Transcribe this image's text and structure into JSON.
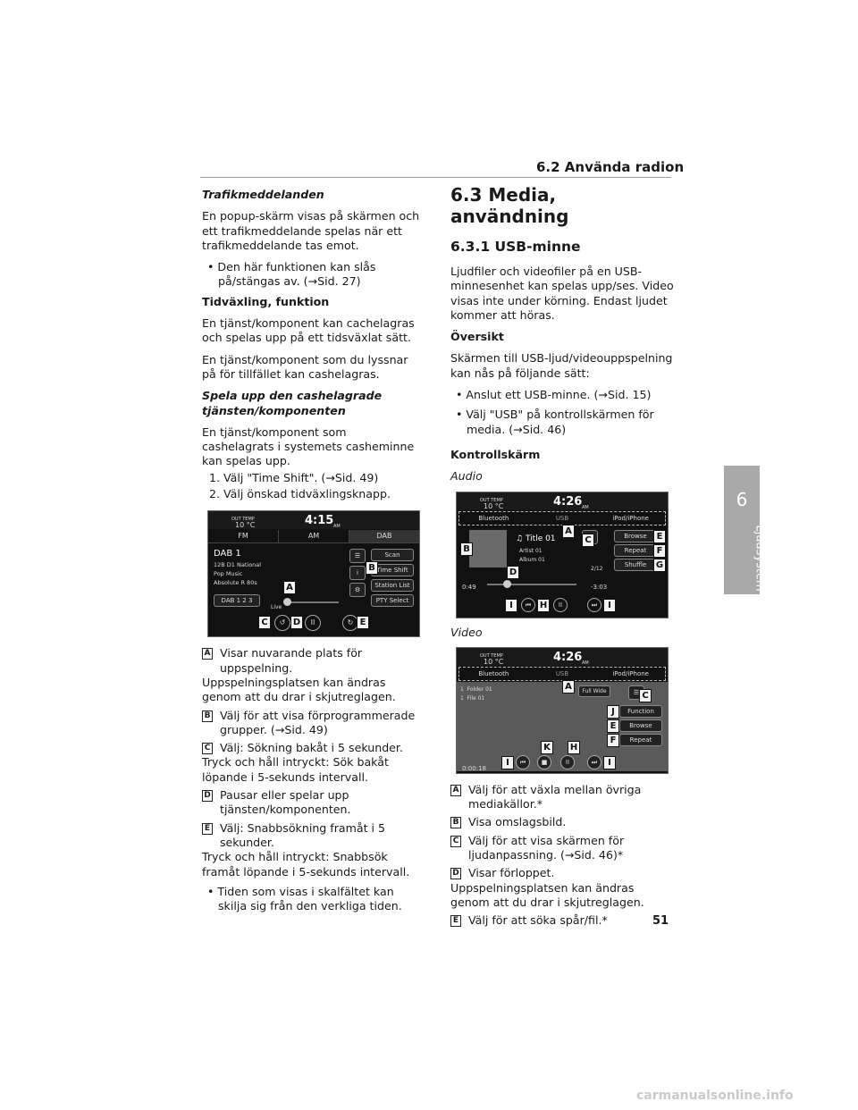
{
  "header": {
    "section": "6.2 Använda radion"
  },
  "left": {
    "traffic_heading": "Trafikmeddelanden",
    "traffic_text": "En popup-skärm visas på skärmen och ett trafikmeddelande spelas när ett trafikmeddelande tas emot.",
    "traffic_bullet": "• Den här funktionen kan slås på/stängas av. (→Sid. 27)",
    "timeshift_heading": "Tidväxling, funktion",
    "timeshift_p1": "En tjänst/komponent kan cachelagras och spelas upp på ett tidsväxlat sätt.",
    "timeshift_p2": "En tjänst/komponent som du lyssnar på för tillfället kan cashelagras.",
    "play_heading": "Spela upp den cashelagrade tjänsten/komponenten",
    "play_text": "En tjänst/komponent som cashelagrats i systemets casheminne kan spelas upp.",
    "step1": "1. Välj \"Time Shift\". (→Sid. 49)",
    "step2": "2. Välj önskad tidväxlingsknapp.",
    "radio_screen": {
      "band_fm": "FM",
      "band_am": "AM",
      "band_dab": "DAB",
      "time": "4:15",
      "ampm": "AM",
      "out_temp": "OUT TEMP",
      "temp": "10 °C",
      "station": "DAB 1",
      "line1": "12B  D1 National",
      "line2": "Pop Music",
      "line3": "Absolute R 80s",
      "scan": "Scan",
      "time_shift": "Time Shift",
      "station_list": "Station List",
      "pty_select": "PTY Select",
      "dab_preset": "DAB  1  2  3",
      "live": "Live"
    },
    "items": [
      {
        "label": "A",
        "first": "Visar nuvarande plats för uppspelning.",
        "rest": "Uppspelningsplatsen kan ändras genom att du drar i skjutreglagen."
      },
      {
        "label": "B",
        "first": "Välj för att visa förprogrammerade grupper. (→Sid. 49)",
        "rest": ""
      },
      {
        "label": "C",
        "first": "Välj: Sökning bakåt i 5 sekunder.",
        "rest": "Tryck och håll intryckt: Sök bakåt löpande i 5-sekunds intervall."
      },
      {
        "label": "D",
        "first": "Pausar eller spelar upp tjänsten/komponenten.",
        "rest": ""
      },
      {
        "label": "E",
        "first": "Välj: Snabbsökning framåt i 5 sekunder.",
        "rest": "Tryck och håll intryckt: Snabbsök framåt löpande i 5-sekunds intervall."
      }
    ],
    "final_bullet": "• Tiden som visas i skalfältet kan skilja sig från den verkliga tiden."
  },
  "right": {
    "h1": "6.3 Media, användning",
    "h2": "6.3.1 USB-minne",
    "intro": "Ljudfiler och videofiler på en USB-minnesenhet kan spelas upp/ses. Video visas inte under körning. Endast ljudet kommer att höras.",
    "overview_heading": "Översikt",
    "overview_text": "Skärmen till USB-ljud/videouppspelning kan nås på följande sätt:",
    "bullet1": "• Anslut ett USB-minne. (→Sid. 15)",
    "bullet2": "• Välj \"USB\" på kontrollskärmen för media. (→Sid. 46)",
    "control_heading": "Kontrollskärm",
    "audio_label": "Audio",
    "video_label": "Video",
    "audio_screen": {
      "time": "4:26",
      "ampm": "AM",
      "out_temp": "OUT TEMP",
      "temp": "10 °C",
      "src_bt": "Bluetooth",
      "src_usb": "USB",
      "src_ipod": "iPod/iPhone",
      "title": "Title 01",
      "artist": "Artist 01",
      "album": "Album 01",
      "track": "2/12",
      "elapsed": "0:49",
      "remain": "-3:03",
      "browse": "Browse",
      "repeat": "Repeat",
      "shuffle": "Shuffle"
    },
    "video_screen": {
      "time": "4:26",
      "ampm": "AM",
      "out_temp": "OUT TEMP",
      "temp": "10 °C",
      "src_bt": "Bluetooth",
      "src_usb": "USB",
      "src_ipod": "iPod/iPhone",
      "folder_no": "1",
      "folder": "Folder 01",
      "file_no": "1",
      "file": "File 01",
      "full_wide": "Full Wide",
      "function": "Function",
      "browse": "Browse",
      "repeat": "Repeat",
      "elapsed": "0:00:18"
    },
    "items": [
      {
        "label": "A",
        "first": "Välj för att växla mellan övriga mediakällor.*",
        "rest": ""
      },
      {
        "label": "B",
        "first": "Visa omslagsbild.",
        "rest": ""
      },
      {
        "label": "C",
        "first": "Välj för att visa skärmen för ljudanpassning. (→Sid. 46)*",
        "rest": ""
      },
      {
        "label": "D",
        "first": "Visar förloppet.",
        "rest": "Uppspelningsplatsen kan ändras genom att du drar i skjutreglagen."
      },
      {
        "label": "E",
        "first": "Välj för att söka spår/fil.*",
        "rest": ""
      }
    ]
  },
  "side_tab": {
    "number": "6",
    "text": "Ljudsystem"
  },
  "page_number": "51",
  "watermark": "carmanualsonline.info"
}
